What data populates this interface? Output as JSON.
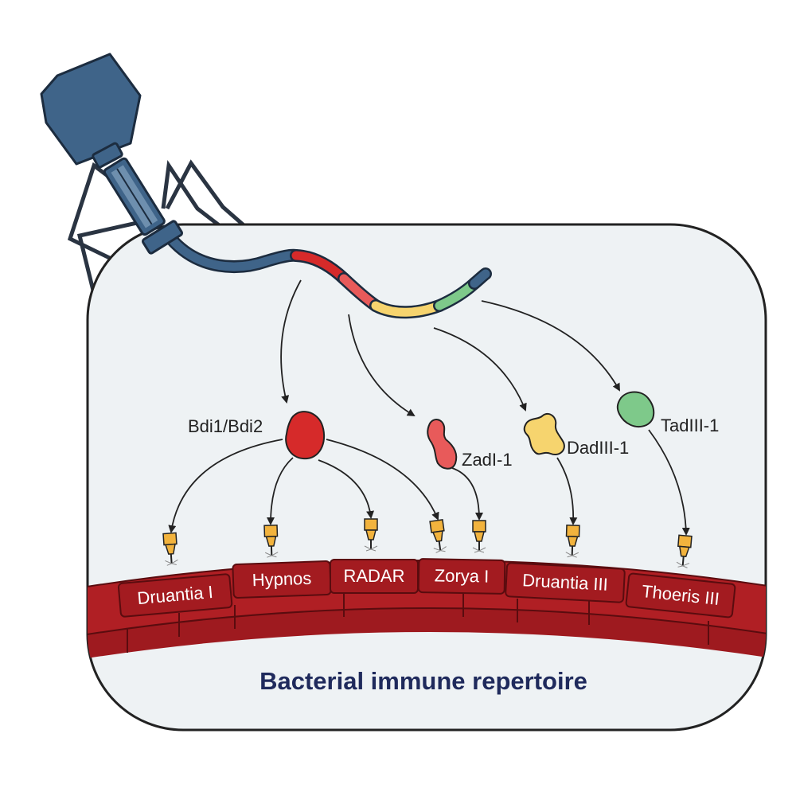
{
  "title": "Bacterial immune repertoire",
  "proteins": [
    {
      "label": "Bdi1/Bdi2",
      "color": "#d62a2a"
    },
    {
      "label": "ZadI-1",
      "color": "#e85a5a"
    },
    {
      "label": "DadIII-1",
      "color": "#f6d46e"
    },
    {
      "label": "TadIII-1",
      "color": "#7ec98a"
    }
  ],
  "systems": [
    "Druantia I",
    "Hypnos",
    "RADAR",
    "Zorya I",
    "Druantia III",
    "Thoeris III"
  ],
  "colors": {
    "phage": "#3f6489",
    "phage_dark": "#2e4a66",
    "cell_fill": "#eef2f4",
    "membrane": "#b01f24",
    "membrane_dark": "#8b1418",
    "sensor": "#f2b33d",
    "title": "#1f2a5c"
  }
}
